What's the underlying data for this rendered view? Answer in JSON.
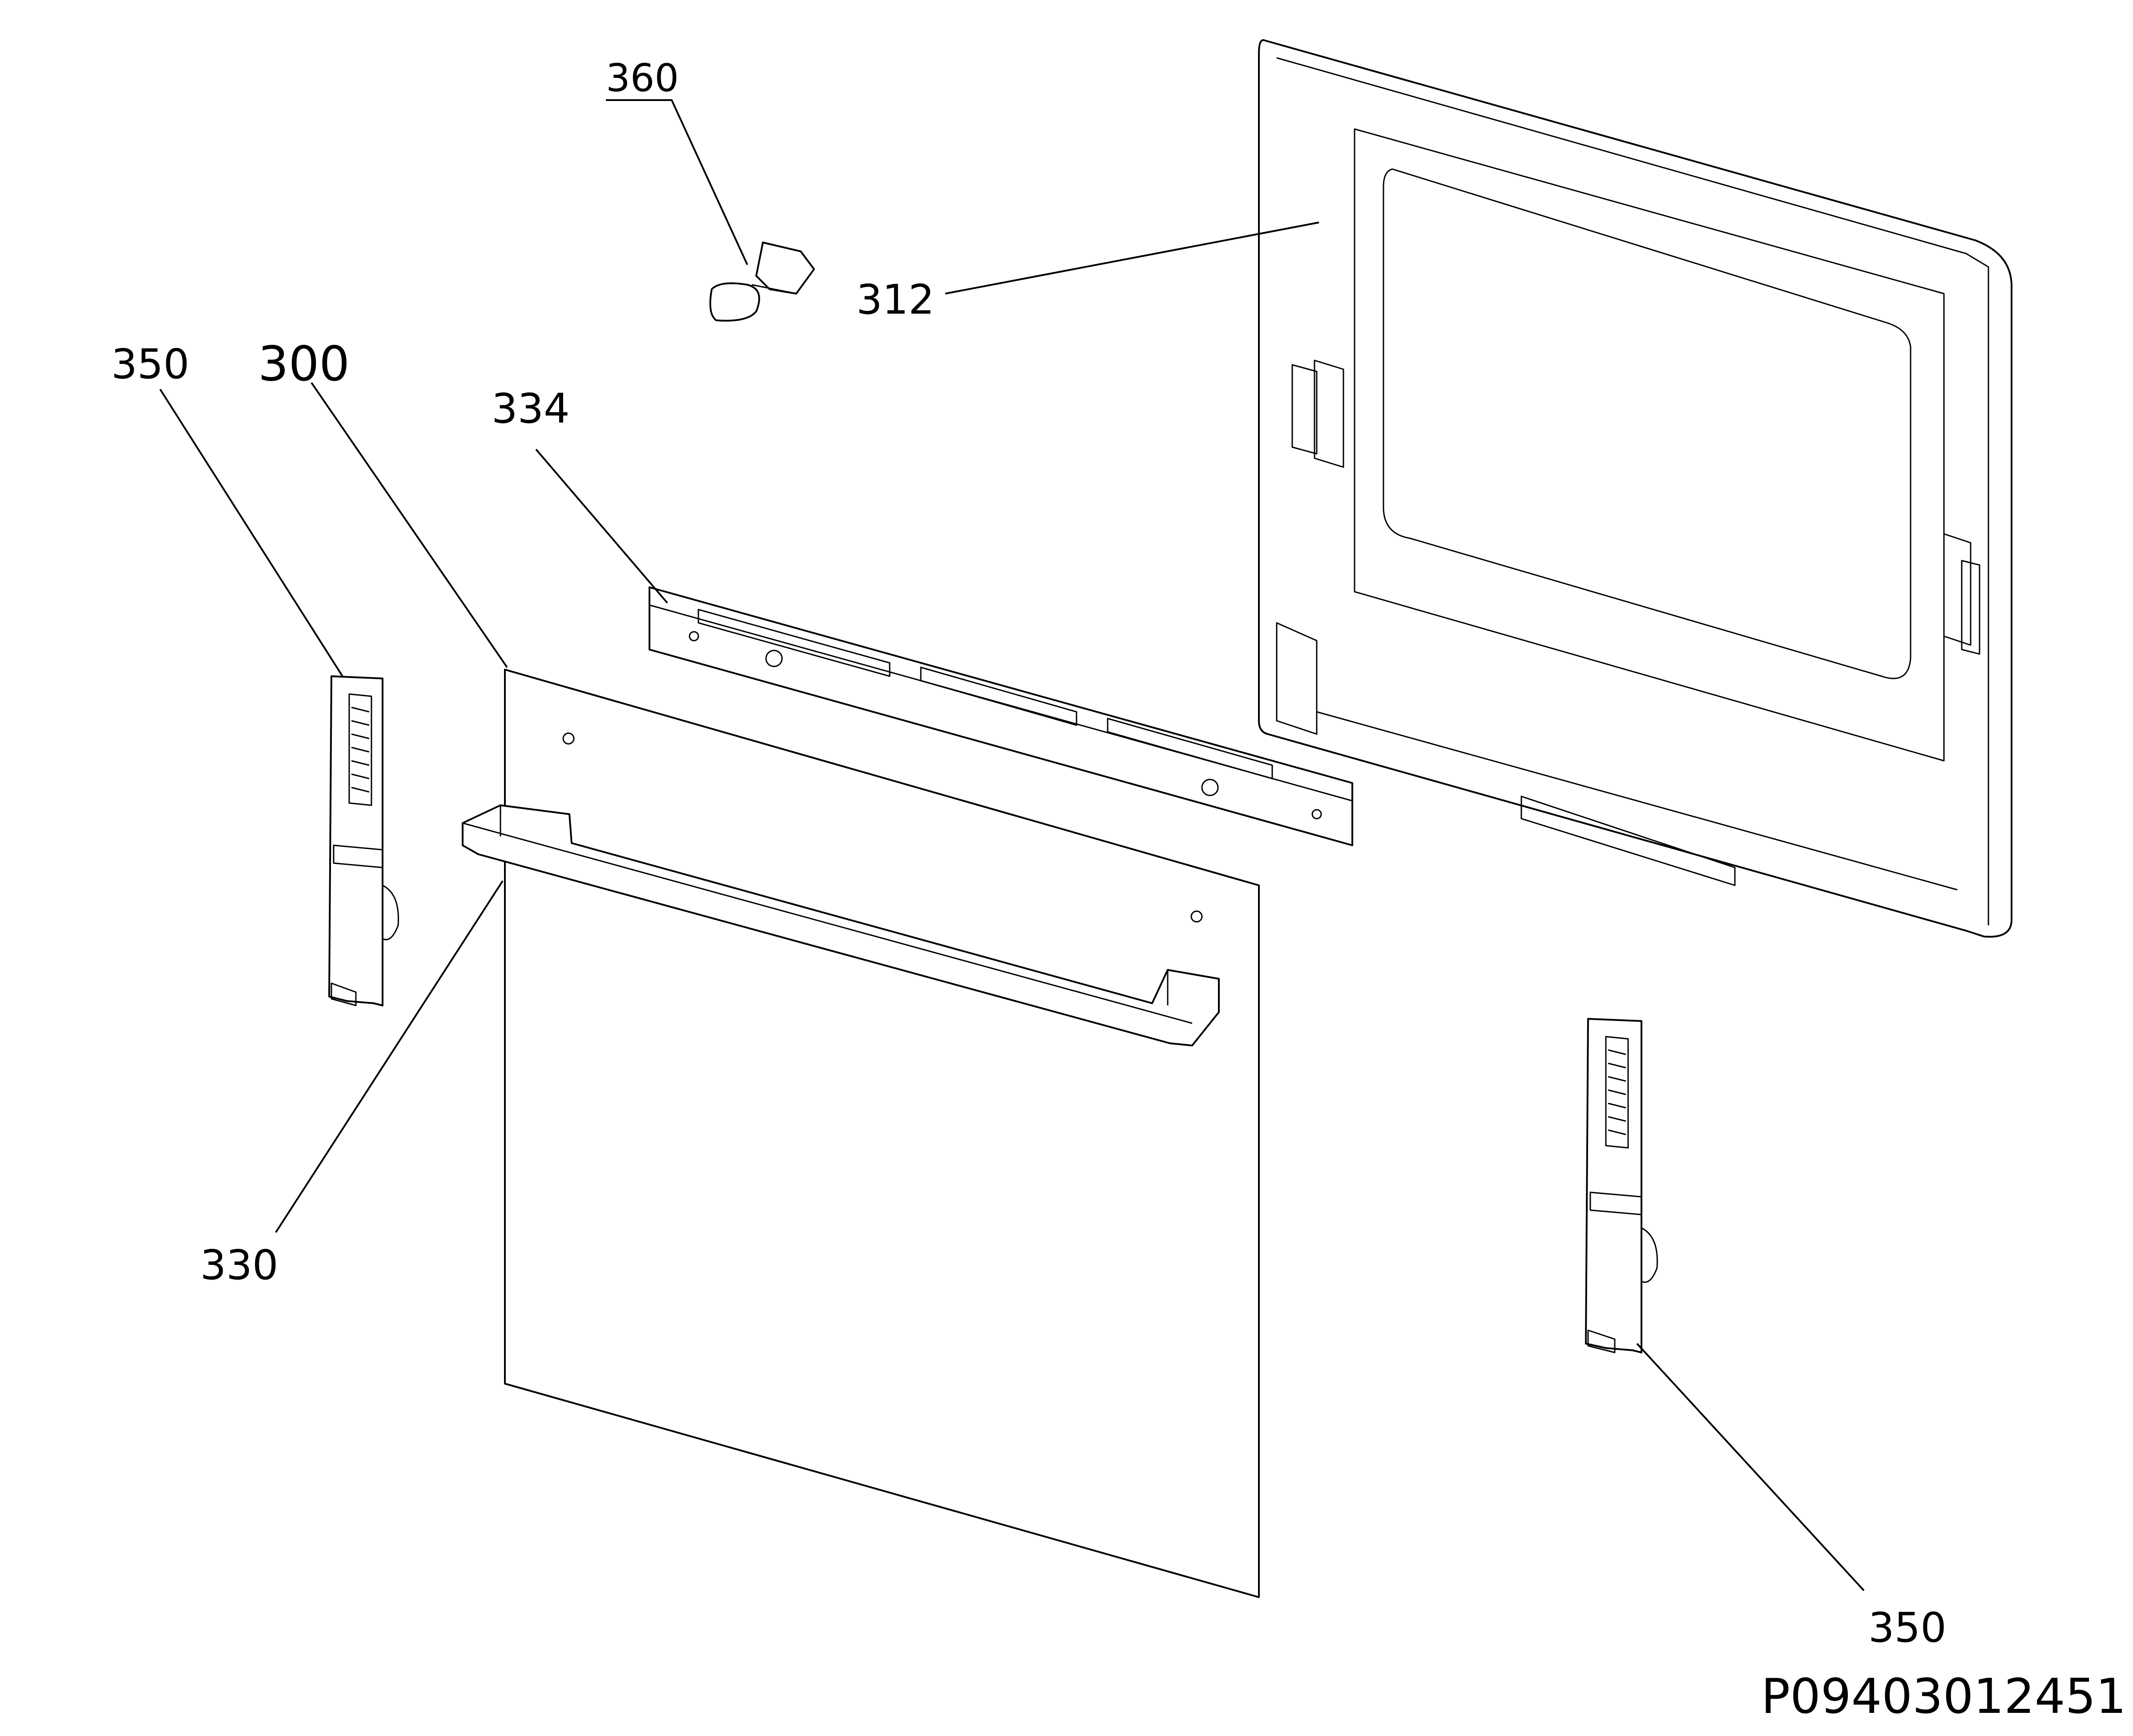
{
  "diagram": {
    "callouts": {
      "c360": "360",
      "c312": "312",
      "c350_left": "350",
      "c300": "300",
      "c334": "334",
      "c330": "330",
      "c350_right": "350"
    },
    "drawing_number": "P09403012451"
  }
}
